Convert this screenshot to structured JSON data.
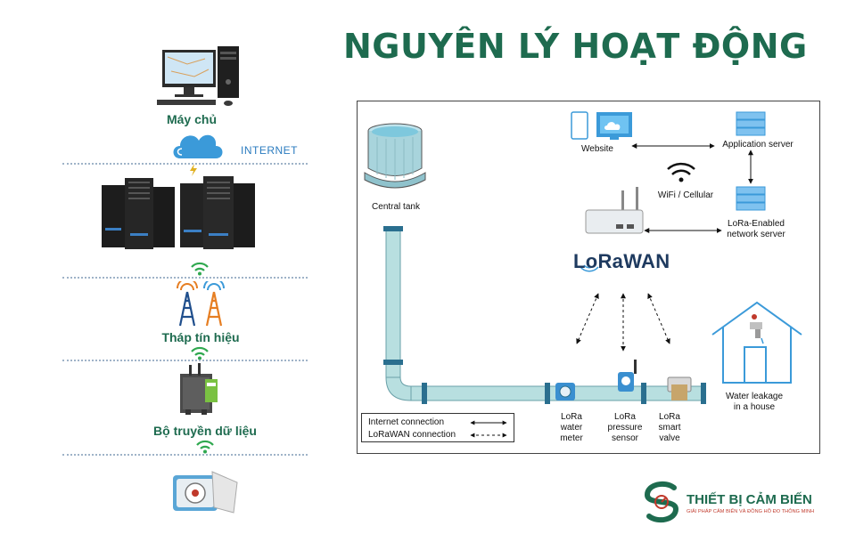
{
  "title": "NGUYÊN LÝ HOẠT ĐỘNG",
  "left_column": {
    "server_label": "Máy chủ",
    "internet_label": "INTERNET",
    "tower_label": "Tháp tín hiệu",
    "transmitter_label": "Bộ truyền dữ liệu"
  },
  "diagram": {
    "central_tank": "Central tank",
    "website": "Website",
    "application_server": "Application server",
    "wifi_cellular": "WiFi / Cellular",
    "network_server_line1": "LoRa-Enabled",
    "network_server_line2": "network server",
    "lorawan_logo": "LoRaWAN",
    "water_leakage_line1": "Water leakage",
    "water_leakage_line2": "in a house",
    "water_meter": [
      "LoRa",
      "water",
      "meter"
    ],
    "pressure_sensor": [
      "LoRa",
      "pressure",
      "sensor"
    ],
    "smart_valve": [
      "LoRa",
      "smart",
      "valve"
    ]
  },
  "legend": {
    "internet": "Internet connection",
    "lorawan": "LoRaWAN connection"
  },
  "brand": {
    "name": "THIẾT BỊ CẢM BIẾN",
    "tagline": "GIẢI PHÁP CẢM BIẾN VÀ ĐỒNG HỒ ĐO THÔNG MINH"
  },
  "colors": {
    "title_green": "#1e6b4f",
    "pipe_teal": "#b8dfe0",
    "pipe_flange": "#2a6f8f",
    "internet_blue": "#2a7bbf",
    "brand_red": "#c0392b"
  }
}
